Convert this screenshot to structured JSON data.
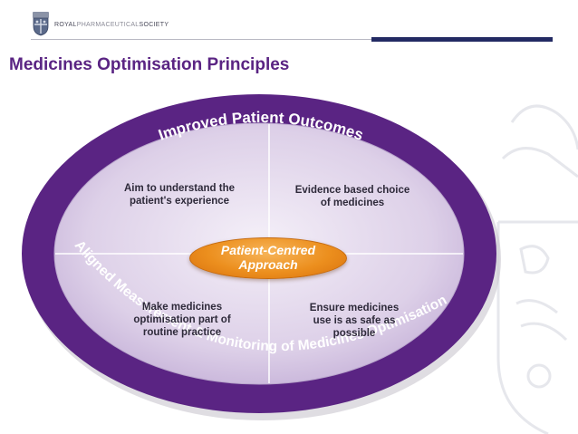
{
  "header": {
    "org_name_bold": "ROYAL",
    "org_name_light": "PHARMACEUTICAL",
    "org_name_rest": "SOCIETY"
  },
  "slide": {
    "title": "Medicines Optimisation Principles"
  },
  "diagram": {
    "outer_top_label": "Improved Patient Outcomes",
    "outer_bottom_label": "Aligned Measurement & Monitoring of Medicines Optimisation",
    "center_line1": "Patient-Centred",
    "center_line2": "Approach",
    "quadrants": {
      "top_left": [
        "Aim to understand the",
        "patient's experience"
      ],
      "top_right": [
        "Evidence based choice",
        "of medicines"
      ],
      "bottom_left": [
        "Make medicines",
        "optimisation part of",
        "routine practice"
      ],
      "bottom_right": [
        "Ensure medicines",
        "use is as safe as",
        "possible"
      ]
    }
  },
  "colors": {
    "ring": "#5a2483",
    "title": "#5a2483",
    "accent_bar": "#232a63",
    "center": "#ec8f1e"
  }
}
